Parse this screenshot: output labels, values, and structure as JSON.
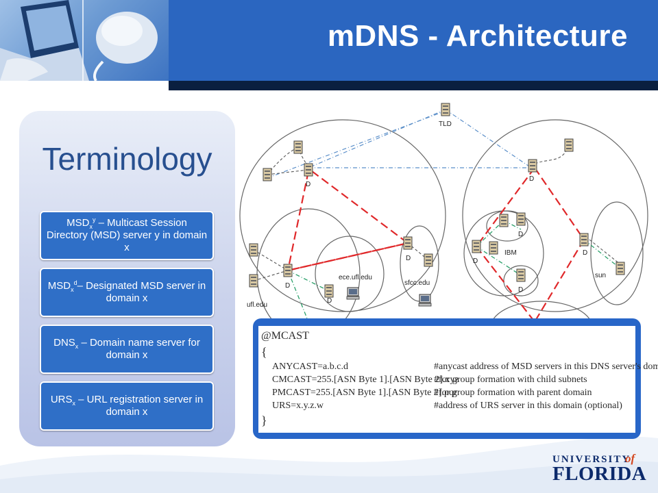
{
  "header": {
    "title": "mDNS - Architecture"
  },
  "terminology": {
    "heading": "Terminology",
    "items": [
      {
        "abbr": "MSD",
        "sub": "x",
        "sup": "y",
        "text": " – Multicast Session Directory (MSD) server y in domain x"
      },
      {
        "abbr": "MSD",
        "sub": "x",
        "sup": "d",
        "text": "– Designated MSD server in domain x"
      },
      {
        "abbr": "DNS",
        "sub": "x",
        "sup": "",
        "text": " – Domain name server for domain x"
      },
      {
        "abbr": "URS",
        "sub": "x",
        "sup": "",
        "text": " – URL registration server in domain x"
      }
    ]
  },
  "diagram": {
    "labels": {
      "tld": "TLD",
      "d": "D",
      "ibm": "IBM",
      "sun": "sun",
      "ece": "ece.ufl.edu",
      "sfcc": "sfcc.edu",
      "ufl": "ufl.edu"
    },
    "colors": {
      "red_link": "#e0282a",
      "green_link": "#2aa06a",
      "blue_link": "#5b8fc9",
      "gray_link": "#555555",
      "region": "#666666"
    }
  },
  "config": {
    "header": "@MCAST",
    "open": "{",
    "close": "}",
    "lines": [
      {
        "setting": "ANYCAST=a.b.c.d",
        "comment": "#anycast address of MSD servers in this DNS server's domain"
      },
      {
        "setting": "CMCAST=255.[ASN Byte 1].[ASN Byte 2].xyz",
        "comment": "#for group formation with child subnets"
      },
      {
        "setting": "PMCAST=255.[ASN Byte 1].[ASN Byte 2].pqr",
        "comment": "#for group formation with parent domain"
      },
      {
        "setting": "URS=x.y.z.w",
        "comment": "#address of URS server in this domain (optional)"
      }
    ]
  },
  "logo": {
    "university": "UNIVERSITY",
    "of": "of",
    "state": "FLORIDA"
  }
}
